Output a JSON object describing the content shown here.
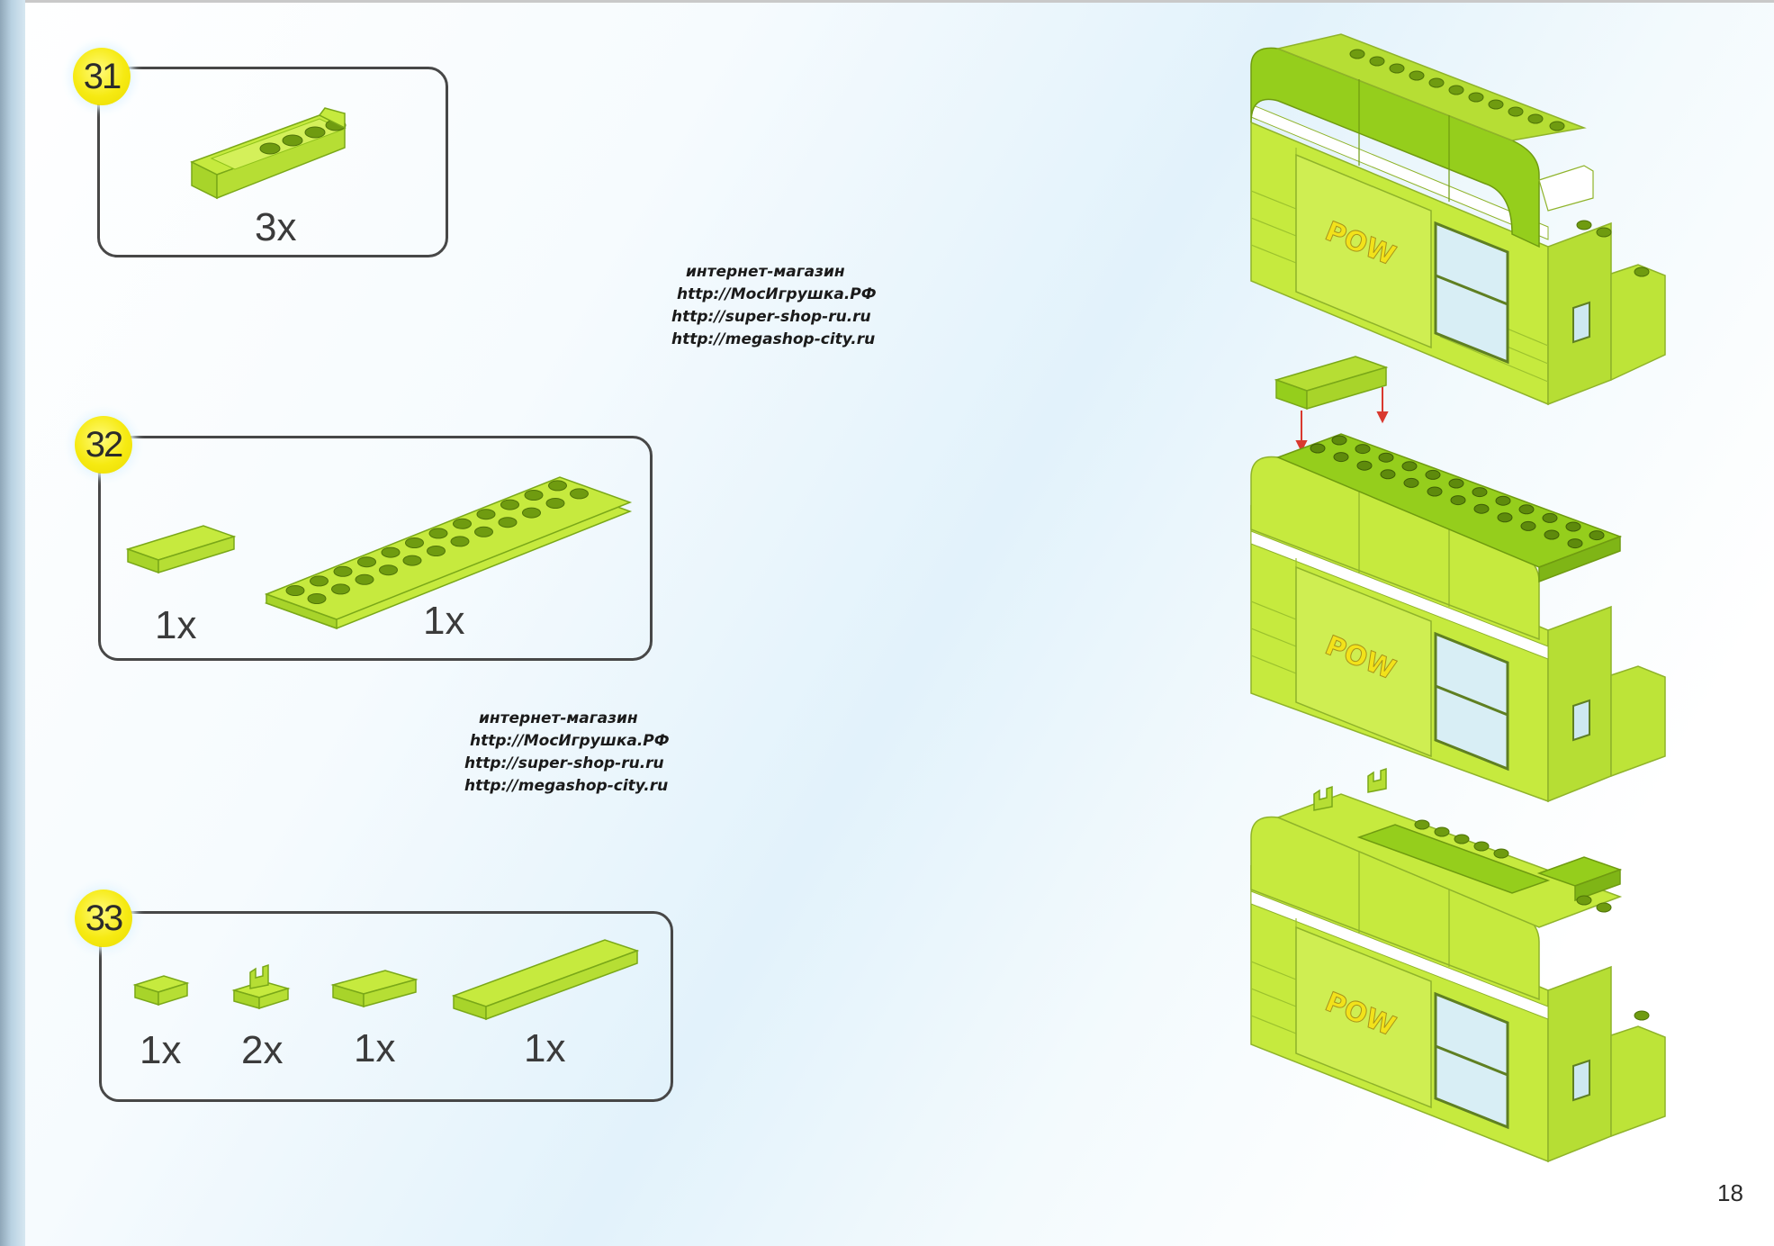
{
  "page": {
    "number": "18"
  },
  "colors": {
    "brick": "#c6ea3e",
    "brick_dark": "#8fc21a",
    "brick_side": "#a8d42a",
    "stud": "#6f9b10",
    "step_circle": "#f6ea12",
    "box_border": "#474747"
  },
  "steps": [
    {
      "number": "31",
      "parts": [
        {
          "name": "slope-brick-1x4",
          "qty": "3x"
        }
      ]
    },
    {
      "number": "32",
      "parts": [
        {
          "name": "tile-1x2",
          "qty": "1x"
        },
        {
          "name": "plate-2x12",
          "qty": "1x"
        }
      ]
    },
    {
      "number": "33",
      "parts": [
        {
          "name": "tile-1x1",
          "qty": "1x"
        },
        {
          "name": "clip-plate-1x1",
          "qty": "2x"
        },
        {
          "name": "tile-1x2",
          "qty": "1x"
        },
        {
          "name": "tile-1x6",
          "qty": "1x"
        }
      ]
    }
  ],
  "watermarks": [
    {
      "lines": [
        "интернет-магазин",
        "http://МосИгрушка.РФ",
        "http://super-shop-ru.ru",
        "http://megashop-city.ru"
      ]
    },
    {
      "lines": [
        "интернет-магазин",
        "http://МосИгрушка.РФ",
        "http://super-shop-ru.ru",
        "http://megashop-city.ru"
      ]
    }
  ],
  "models": [
    {
      "name": "train-wall-step-31",
      "sticker": "POW"
    },
    {
      "name": "train-wall-step-32",
      "sticker": "POW"
    },
    {
      "name": "train-wall-step-33",
      "sticker": "POW"
    }
  ]
}
